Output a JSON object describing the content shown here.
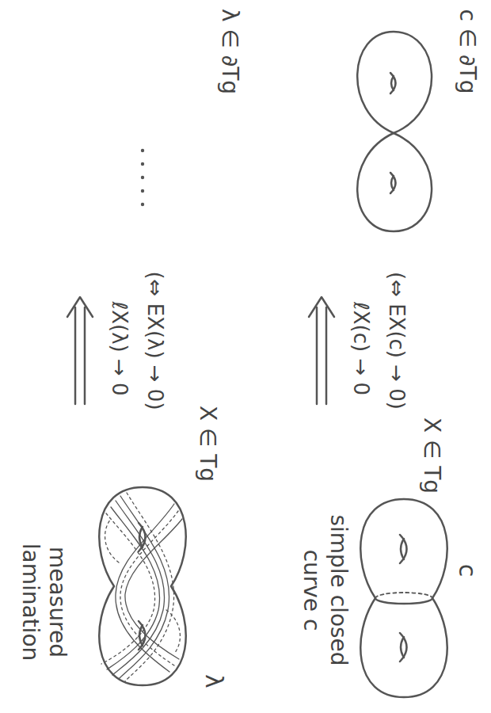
{
  "diagram": {
    "labels": [
      "c",
      "X ∈ Tg",
      "simple closed curve c",
      "ℓX(c) → 0",
      "(⇔ EX(c) → 0)",
      "c ∈ ∂Tg",
      "X ∈ Tg",
      "λ",
      "measured lamination",
      "ℓX(λ) → 0",
      "(⇔ EX(λ) → 0)",
      "λ ∈ ∂Tg"
    ]
  }
}
